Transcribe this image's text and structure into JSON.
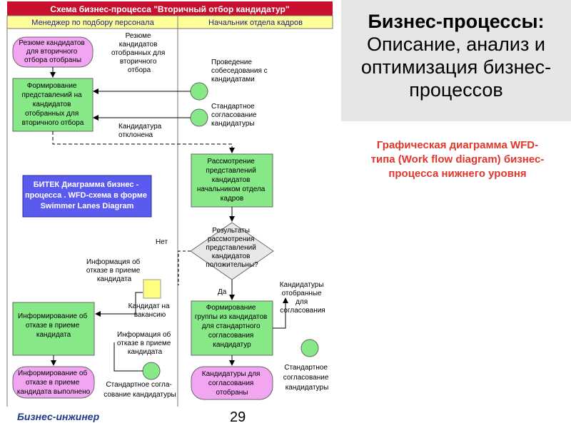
{
  "header": {
    "title": "Бизнес-процессы:",
    "subtitle_lines": [
      "Описание, анализ и",
      "оптимизация бизнес-",
      "процессов"
    ]
  },
  "caption": {
    "lines": [
      "Графическая диаграмма WFD-",
      "типа (Work flow diagram) бизнес-",
      "процесса нижнего уровня"
    ],
    "color": "#e0362c"
  },
  "footer": {
    "left": "Бизнес-инжинер",
    "page": "29"
  },
  "diagram": {
    "title": "Схема бизнес-процесса \"Вторичный отбор кандидатур\"",
    "lanes": [
      "Менеджер по подбору персонала",
      "Начальник отдела кадров"
    ],
    "colors": {
      "header_bg": "#c8102e",
      "lane_bg": "#ffff99",
      "box": "#86e886",
      "terminal": "#f2a6f2",
      "note": "#4a4adc"
    },
    "nodes": {
      "start": [
        "Резюме кандидатов",
        "для вторичного",
        "отбора отобраны"
      ],
      "form": [
        "Формирование",
        "представлений на",
        "кандидатов",
        "отобранных для",
        "вторичного отбора"
      ],
      "review": [
        "Рассмотрение",
        "представлений",
        "кандидатов",
        "начальником отдела",
        "кадров"
      ],
      "decision": [
        "Результаты",
        "рассмотрения",
        "представлений",
        "кандидатов",
        "положительны?"
      ],
      "inform_refusal": [
        "Информирование об",
        "отказе в приеме",
        "кандидата"
      ],
      "end_refusal": [
        "Информирование об",
        "отказе в приеме",
        "кандидата выполнено"
      ],
      "form_group": [
        "Формирование",
        "группы из кандидатов",
        "для стандартного",
        "согласования",
        "кандидатур"
      ],
      "end_approval": [
        "Кандидатуры для",
        "согласования",
        "отобраны"
      ]
    },
    "labels": {
      "resumes": [
        "Резюме",
        "кандидатов",
        "отобранных для",
        "вторичного",
        "отбора"
      ],
      "interview": [
        "Проведение",
        "собеседования с",
        "кандидатами"
      ],
      "standard_approval": [
        "Стандартное",
        "согласование",
        "кандидатуры"
      ],
      "rejected": [
        "Кандидатура",
        "отклонена"
      ],
      "no": "Нет",
      "yes": "Да",
      "refusal_info": [
        "Информация об",
        "отказе в приеме",
        "кандидата"
      ],
      "vacancy_candidate": [
        "Кандидат на",
        "вакансию"
      ],
      "refusal_info2": [
        "Информация об",
        "отказе в приеме",
        "кандидата"
      ],
      "standard_approval2": [
        "Стандартное согла-",
        "сование кандидатуры"
      ],
      "selected_for_approval": [
        "Кандидатуры",
        "отобранные",
        "для",
        "согласования"
      ],
      "standard_approval3": [
        "Стандартное",
        "согласование",
        "кандидатуры"
      ]
    },
    "note": [
      "БИТЕК Диаграмма бизнес -",
      "процесса . WFD-схема в форме",
      "Swimmer Lanes Diagram"
    ]
  }
}
